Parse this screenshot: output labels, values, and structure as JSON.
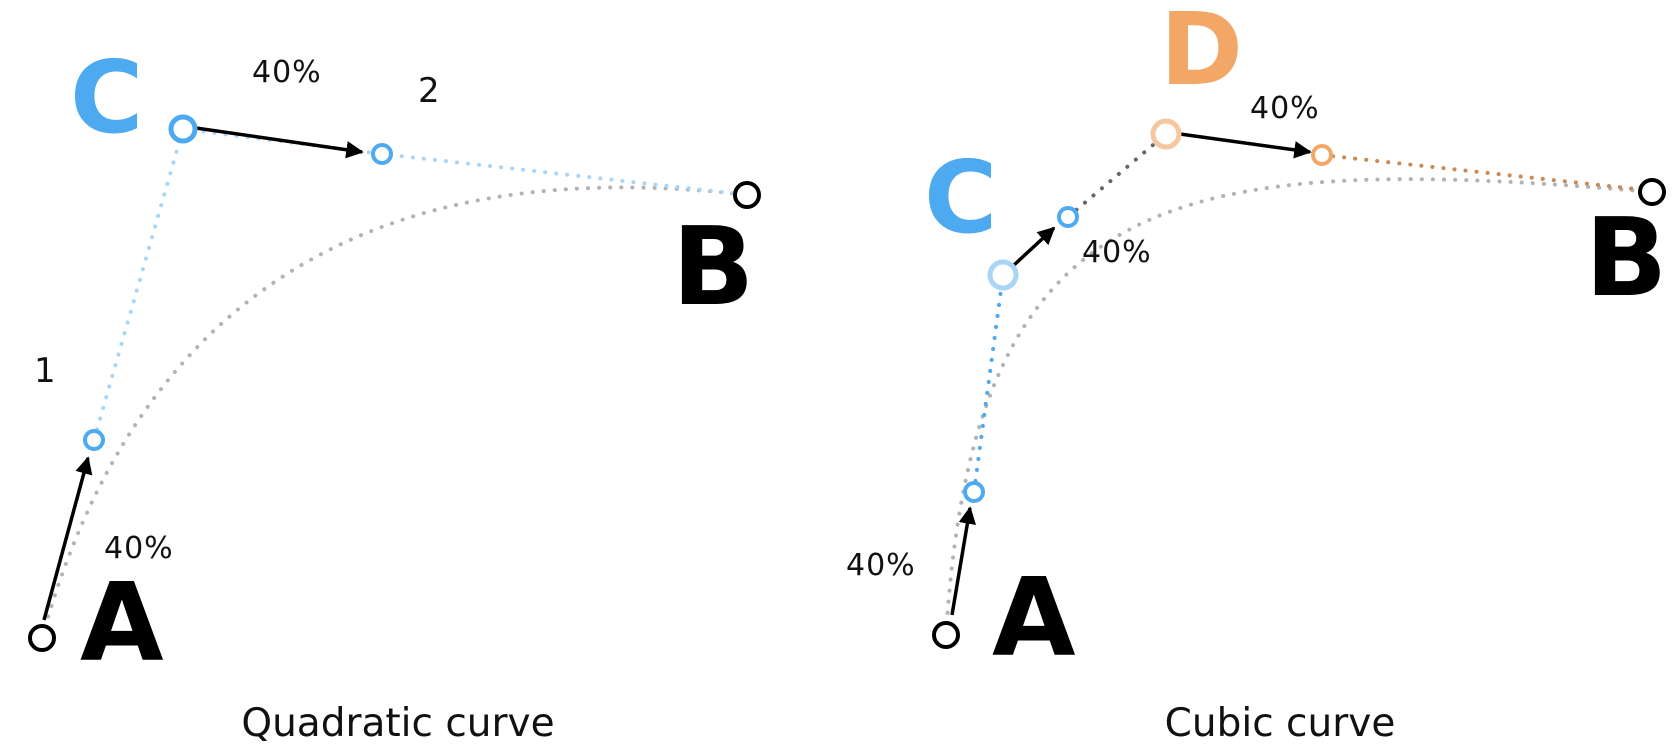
{
  "colors": {
    "blue": "#4da9f0",
    "light_blue": "#a9d5f7",
    "orange": "#f2a766",
    "dark_orange": "#c98a55",
    "gray": "#b3b3b3",
    "black": "#000000"
  },
  "quadratic": {
    "caption": "Quadratic curve",
    "label_a": "A",
    "label_b": "B",
    "label_c": "C",
    "step_1": "1",
    "step_2": "2",
    "pct_ac": "40%",
    "pct_cb": "40%"
  },
  "cubic": {
    "caption": "Cubic curve",
    "label_a": "A",
    "label_b": "B",
    "label_c": "C",
    "label_d": "D",
    "pct_ac": "40%",
    "pct_cd": "40%",
    "pct_db": "40%"
  }
}
